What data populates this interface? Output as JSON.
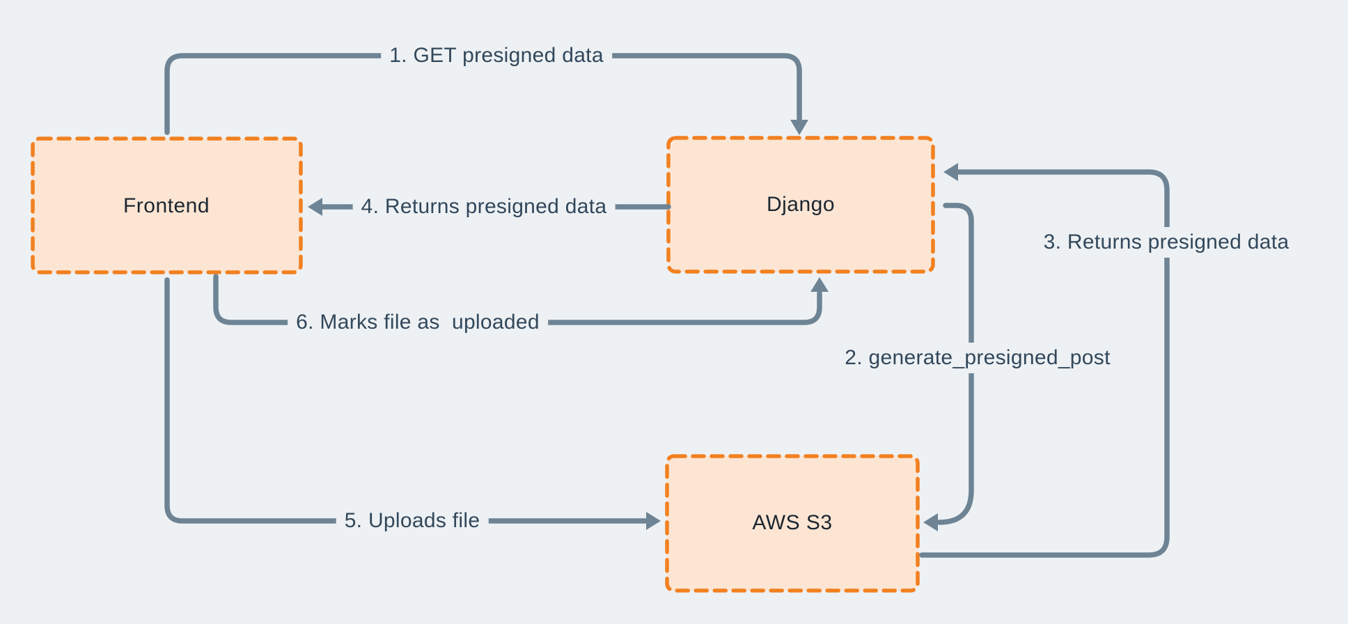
{
  "diagram": {
    "colors": {
      "background": "#EDF1F4",
      "node_fill": "#FCE5D3",
      "node_border": "#F28020",
      "arrow": "#6E8494",
      "flow_label_text": "#32475A",
      "node_label_text": "#1B2630"
    },
    "nodes": [
      {
        "label": "Frontend"
      },
      {
        "label": "Django"
      },
      {
        "label": "AWS S3"
      }
    ],
    "flows": [
      {
        "step": "1",
        "label": "1. GET presigned data",
        "from": "Frontend",
        "to": "Django"
      },
      {
        "step": "2",
        "label": "2. generate_presigned_post",
        "from": "Django",
        "to": "AWS S3"
      },
      {
        "step": "3",
        "label": "3. Returns presigned data",
        "from": "AWS S3",
        "to": "Django"
      },
      {
        "step": "4",
        "label": "4. Returns presigned data",
        "from": "Django",
        "to": "Frontend"
      },
      {
        "step": "5",
        "label": "5. Uploads file",
        "from": "Frontend",
        "to": "AWS S3"
      },
      {
        "step": "6",
        "label": "6. Marks file as  uploaded",
        "from": "Frontend",
        "to": "Django"
      }
    ]
  }
}
